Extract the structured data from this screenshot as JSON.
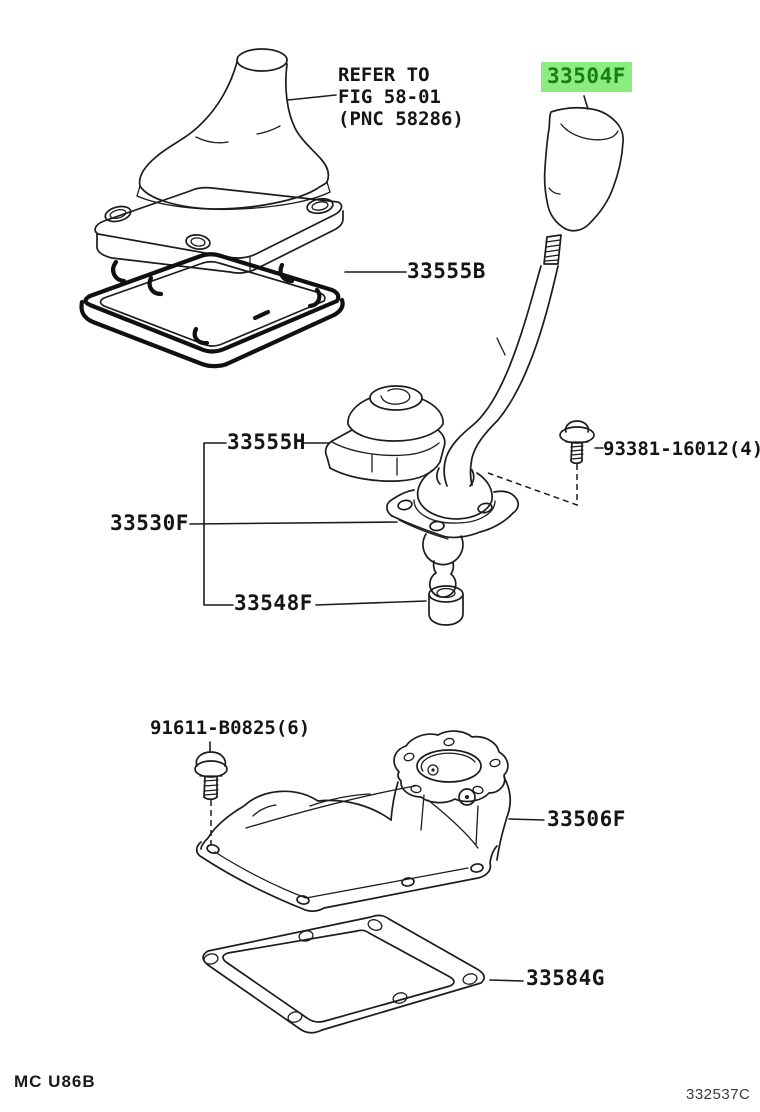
{
  "figure": {
    "bottom_left_code": "MC U86B",
    "bottom_right_code": "332537C"
  },
  "note": {
    "line1": "REFER TO",
    "line2": "FIG 58-01",
    "line3": "(PNC 58286)"
  },
  "labels": {
    "shift_knob": "33504F",
    "boot_retainer": "33555B",
    "dust_cover": "33555H",
    "lever_assembly": "33530F",
    "bushing": "33548F",
    "upper_screw": "93381-16012(4)",
    "lower_bolt": "91611-B0825(6)",
    "retainer_housing": "33506F",
    "gasket": "33584G"
  },
  "highlight": {
    "background": "#8BEC80",
    "text_color": "#177D17"
  },
  "ink_color": "#1C1C1C"
}
